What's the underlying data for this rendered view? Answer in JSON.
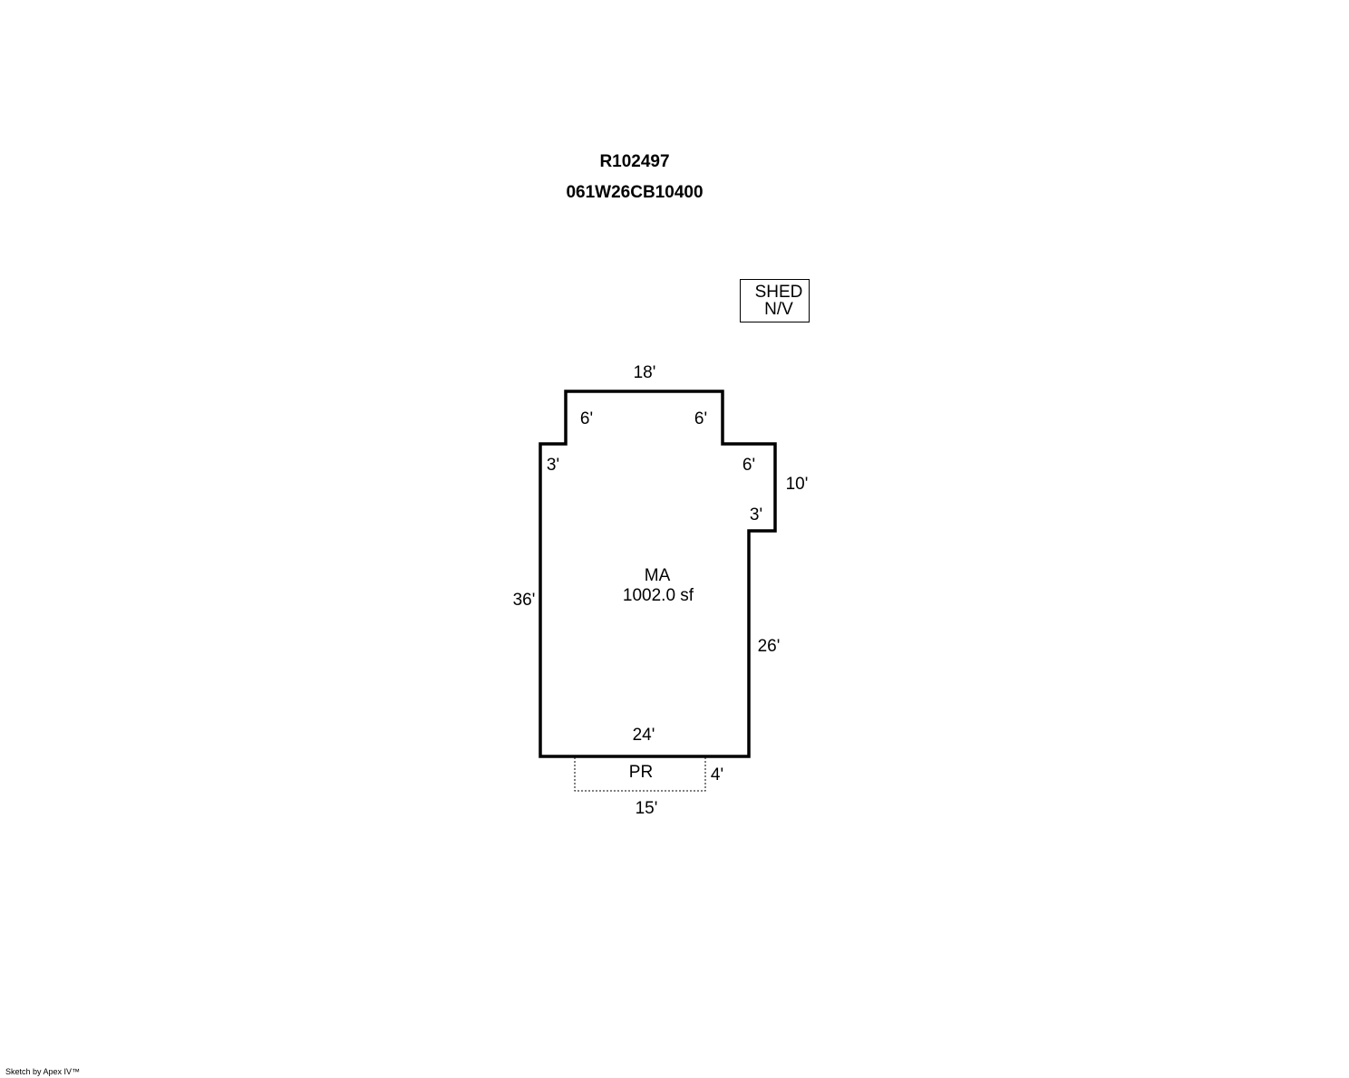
{
  "header": {
    "account": "R102497",
    "map_number": "061W26CB10400"
  },
  "shed": {
    "label_line1": "SHED",
    "label_line2": "N/V"
  },
  "main_area": {
    "code": "MA",
    "area": "1002.0 sf"
  },
  "porch": {
    "code": "PR"
  },
  "dimensions": {
    "top": "18'",
    "notch_left_vertical": "6'",
    "notch_right_vertical": "6'",
    "left_step": "3'",
    "right_step_vertical": "6'",
    "right_bump_width": "10'",
    "right_bump_step": "3'",
    "left_side": "36'",
    "right_side": "26'",
    "bottom": "24'",
    "porch_depth": "4'",
    "porch_width": "15'"
  },
  "footer": {
    "credit": "Sketch by Apex IV™"
  }
}
